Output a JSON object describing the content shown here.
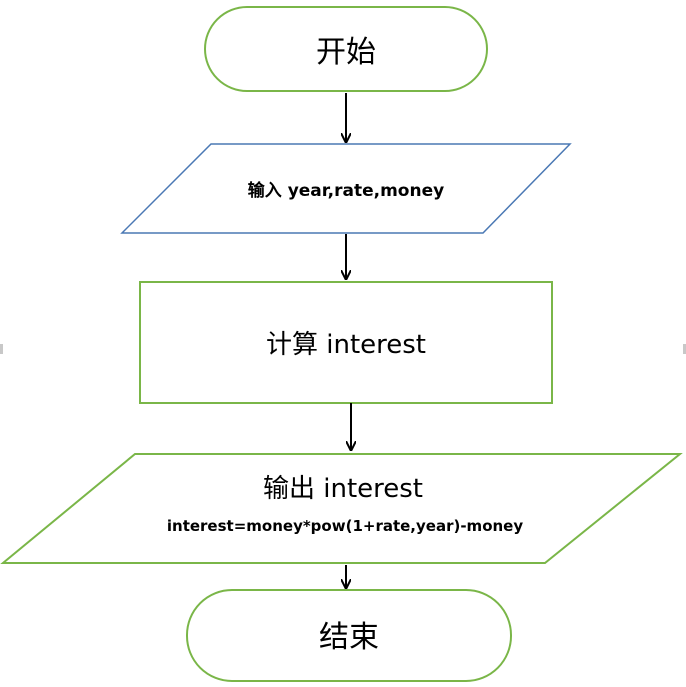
{
  "flowchart": {
    "start": {
      "label": "开始"
    },
    "input": {
      "label": "输入 year,rate,money"
    },
    "process": {
      "label": "计算 interest"
    },
    "output": {
      "label": "输出 interest",
      "formula": "interest=money*pow(1+rate,year)-money"
    },
    "end": {
      "label": "结束"
    }
  },
  "colors": {
    "terminal_border": "#7ab648",
    "input_border": "#4a78b4",
    "process_border": "#7ab648",
    "output_border": "#7ab648",
    "arrow": "#000000"
  }
}
